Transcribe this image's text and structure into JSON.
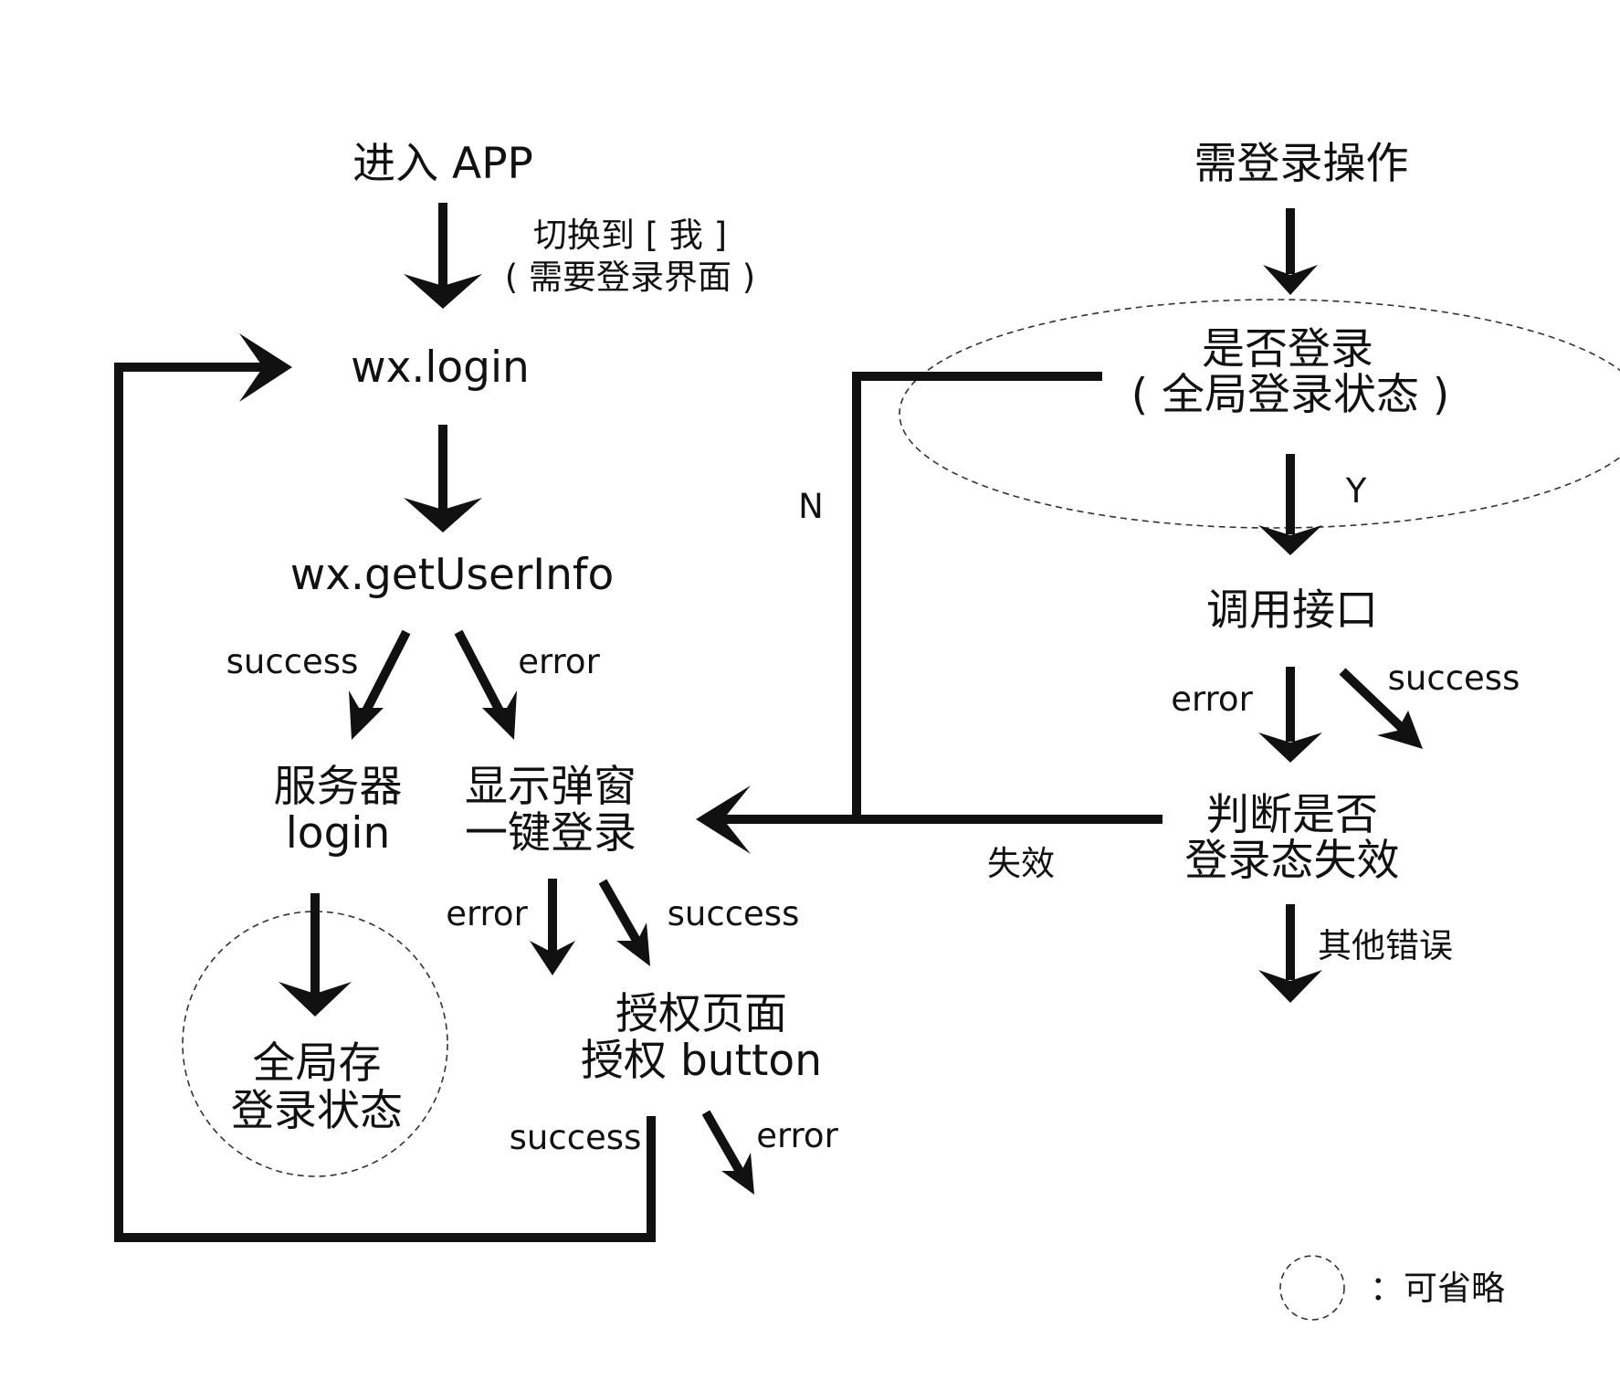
{
  "nodes": {
    "enter_app": "进入 APP",
    "switch_tab_line1": "切换到 [ 我 ]",
    "switch_tab_line2": "( 需要登录界面 )",
    "wx_login": "wx.login",
    "wx_get_user_info": "wx.getUserInfo",
    "server_login_line1": "服务器",
    "server_login_line2": "login",
    "popup_line1": "显示弹窗",
    "popup_line2": "一键登录",
    "store_state_line1": "全局存",
    "store_state_line2": "登录状态",
    "auth_page_line1": "授权页面",
    "auth_page_line2": "授权 button",
    "need_login_op": "需登录操作",
    "is_logged_in_line1": "是否登录",
    "is_logged_in_line2": "( 全局登录状态 )",
    "call_api": "调用接口",
    "check_expired_line1": "判断是否",
    "check_expired_line2": "登录态失效"
  },
  "edge_labels": {
    "getuserinfo_success": "success",
    "getuserinfo_error": "error",
    "popup_error": "error",
    "popup_success": "success",
    "auth_success": "success",
    "auth_error": "error",
    "branch_n": "N",
    "branch_y": "Y",
    "api_error": "error",
    "api_success": "success",
    "expired": "失效",
    "other_errors": "其他错误"
  },
  "legend": {
    "optional": "：可省略"
  }
}
